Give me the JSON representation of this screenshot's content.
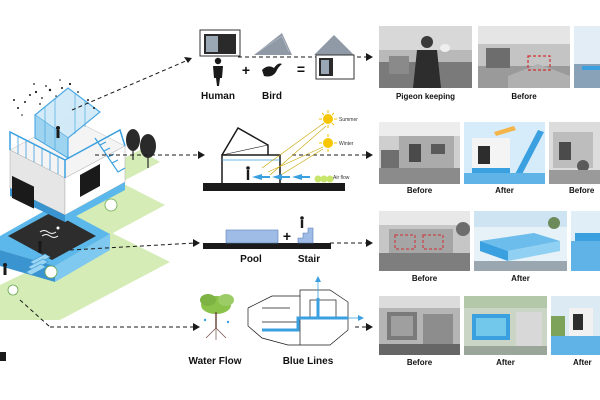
{
  "concept": {
    "human_label": "Human",
    "bird_label": "Bird",
    "plus_symbol": "+",
    "equals_symbol": "=",
    "pool_label": "Pool",
    "stair_label": "Stair",
    "stair_plus": "+",
    "water_flow_label": "Water Flow",
    "blue_lines_label": "Blue Lines"
  },
  "section_diagram": {
    "summer_label": "Summer",
    "winter_label": "Winter",
    "airflow_label": "Air flow"
  },
  "photo_rows": [
    {
      "captions": [
        "Pigeon keeping",
        "Before"
      ]
    },
    {
      "captions": [
        "Before",
        "After",
        "Before"
      ]
    },
    {
      "captions": [
        "Before",
        "After"
      ]
    },
    {
      "captions": [
        "Before",
        "After",
        "After"
      ]
    }
  ],
  "colors": {
    "accent_blue": "#3aa0e0",
    "light_green": "#d5ecb6",
    "dark": "#1e1e1e"
  }
}
